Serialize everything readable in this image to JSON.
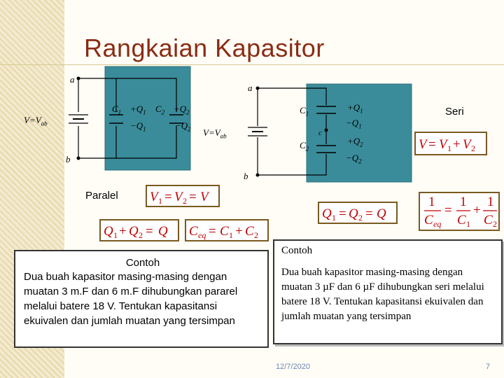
{
  "slide": {
    "title": "Rangkaian Kapasitor",
    "date": "12/7/2020",
    "page_number": "7"
  },
  "parallel_circuit": {
    "node_a": "a",
    "node_b": "b",
    "voltage": "V=V",
    "voltage_sub": "ab",
    "c1": "C",
    "c1_sub": "1",
    "c2": "C",
    "c2_sub": "2",
    "plus_q1": "+Q",
    "plus_q1_sub": "1",
    "minus_q1": "−Q",
    "minus_q1_sub": "1",
    "plus_q2": "+Q",
    "plus_q2_sub": "2",
    "minus_q2": "−Q",
    "minus_q2_sub": "2",
    "label": "Paralel"
  },
  "series_circuit": {
    "node_a": "a",
    "node_b": "b",
    "node_c": "c",
    "voltage": "V=V",
    "voltage_sub": "ab",
    "c1": "C",
    "c1_sub": "1",
    "c2": "C",
    "c2_sub": "2",
    "plus_q1": "+Q",
    "plus_q1_sub": "1",
    "minus_q1": "−Q",
    "minus_q1_sub": "1",
    "plus_q2": "+Q",
    "plus_q2_sub": "2",
    "minus_q2": "−Q",
    "minus_q2_sub": "2",
    "label": "Seri"
  },
  "equations": {
    "parallel_voltage": "V1 = V2 = V",
    "parallel_charge": "Q1 + Q2 = Q",
    "parallel_capacitance": "Ceq = C1 + C2",
    "series_voltage": "V = V1 + V2",
    "series_charge": "Q1 = Q2 = Q",
    "series_capacitance": "1/Ceq = 1/C1 + 1/C2"
  },
  "example_parallel": {
    "heading": "Contoh",
    "text": "Dua buah kapasitor masing-masing dengan muatan 3 m.F dan 6 m.F dihubungkan pararel melalui batere 18 V. Tentukan kapasitansi ekuivalen dan jumlah muatan yang tersimpan"
  },
  "example_series": {
    "heading": "Contoh",
    "text": "Dua buah kapasitor masing-masing dengan muatan 3 µF dan 6 µF dihubungkan seri melalui batere 18 V.  Tentukan kapasitansi ekuivalen dan jumlah muatan yang tersimpan"
  },
  "colors": {
    "title": "#8a2c14",
    "equation": "#c00000",
    "equation_border": "#7a5a1e",
    "circuit_fill": "#3a8c9a"
  }
}
